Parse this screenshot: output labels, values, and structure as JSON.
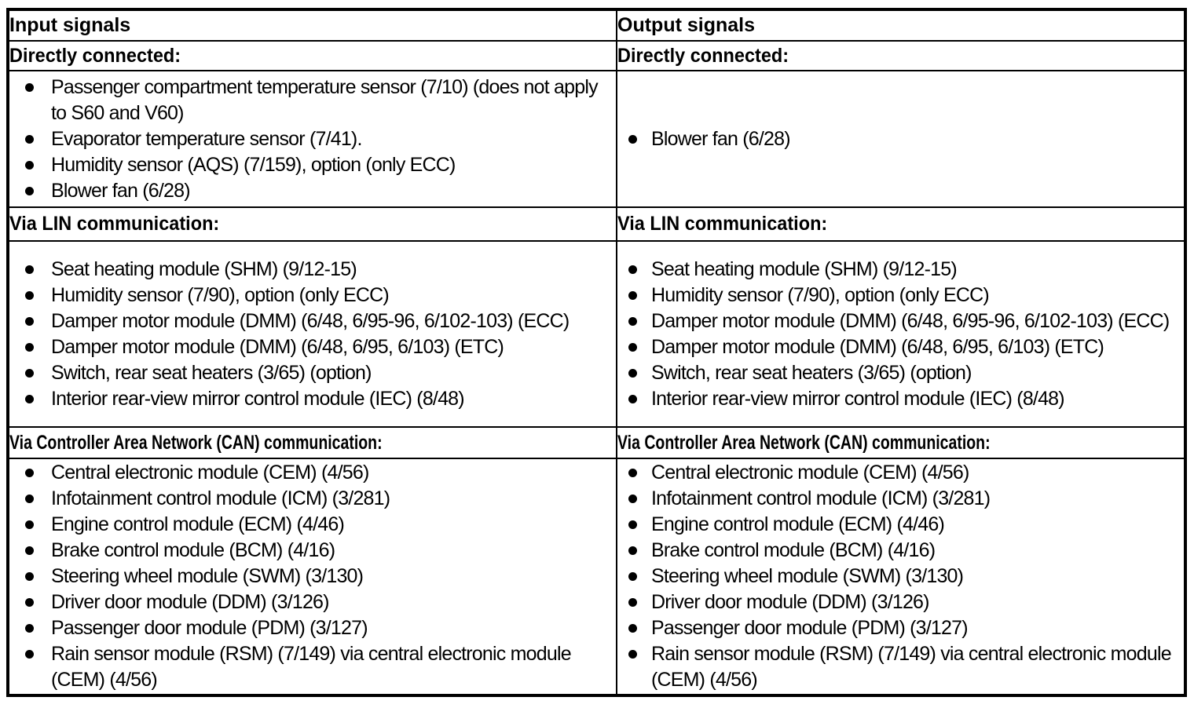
{
  "colors": {
    "text": "#000000",
    "border": "#000000",
    "background": "#ffffff"
  },
  "icons": {
    "list_marker": "bullet-icon"
  },
  "table": {
    "columns": [
      {
        "header": "Input signals",
        "sections": [
          {
            "title": "Directly connected:",
            "items": [
              "Passenger compartment temperature sensor (7/10) (does not apply to S60 and V60)",
              "Evaporator temperature sensor (7/41).",
              "Humidity sensor (AQS) (7/159), option (only ECC)",
              "Blower fan (6/28)"
            ]
          },
          {
            "title": "Via LIN communication:",
            "items": [
              "Seat heating module (SHM) (9/12-15)",
              "Humidity sensor (7/90), option (only ECC)",
              "Damper motor module (DMM) (6/48, 6/95-96, 6/102-103) (ECC)",
              "Damper motor module (DMM) (6/48, 6/95, 6/103) (ETC)",
              "Switch, rear seat heaters (3/65) (option)",
              "Interior rear-view mirror control module (IEC) (8/48)"
            ]
          },
          {
            "title": "Via Controller Area Network (CAN) communication:",
            "items": [
              "Central electronic module (CEM) (4/56)",
              "Infotainment control module (ICM) (3/281)",
              "Engine control module (ECM) (4/46)",
              "Brake control module (BCM) (4/16)",
              "Steering wheel module (SWM) (3/130)",
              "Driver door module (DDM) (3/126)",
              "Passenger door module (PDM) (3/127)",
              "Rain sensor module (RSM) (7/149) via central electronic module (CEM) (4/56)"
            ]
          }
        ]
      },
      {
        "header": "Output signals",
        "sections": [
          {
            "title": "Directly connected:",
            "items": [
              "Blower fan (6/28)"
            ]
          },
          {
            "title": "Via LIN communication:",
            "items": [
              "Seat heating module (SHM) (9/12-15)",
              "Humidity sensor (7/90), option (only ECC)",
              "Damper motor module (DMM) (6/48, 6/95-96, 6/102-103) (ECC)",
              "Damper motor module (DMM) (6/48, 6/95, 6/103) (ETC)",
              "Switch, rear seat heaters (3/65) (option)",
              "Interior rear-view mirror control module (IEC) (8/48)"
            ]
          },
          {
            "title": "Via Controller Area Network (CAN) communication:",
            "items": [
              "Central electronic module (CEM) (4/56)",
              "Infotainment control module (ICM) (3/281)",
              "Engine control module (ECM) (4/46)",
              "Brake control module (BCM) (4/16)",
              "Steering wheel module (SWM) (3/130)",
              "Driver door module (DDM) (3/126)",
              "Passenger door module (PDM) (3/127)",
              "Rain sensor module (RSM) (7/149) via central electronic module (CEM) (4/56)"
            ]
          }
        ]
      }
    ]
  }
}
